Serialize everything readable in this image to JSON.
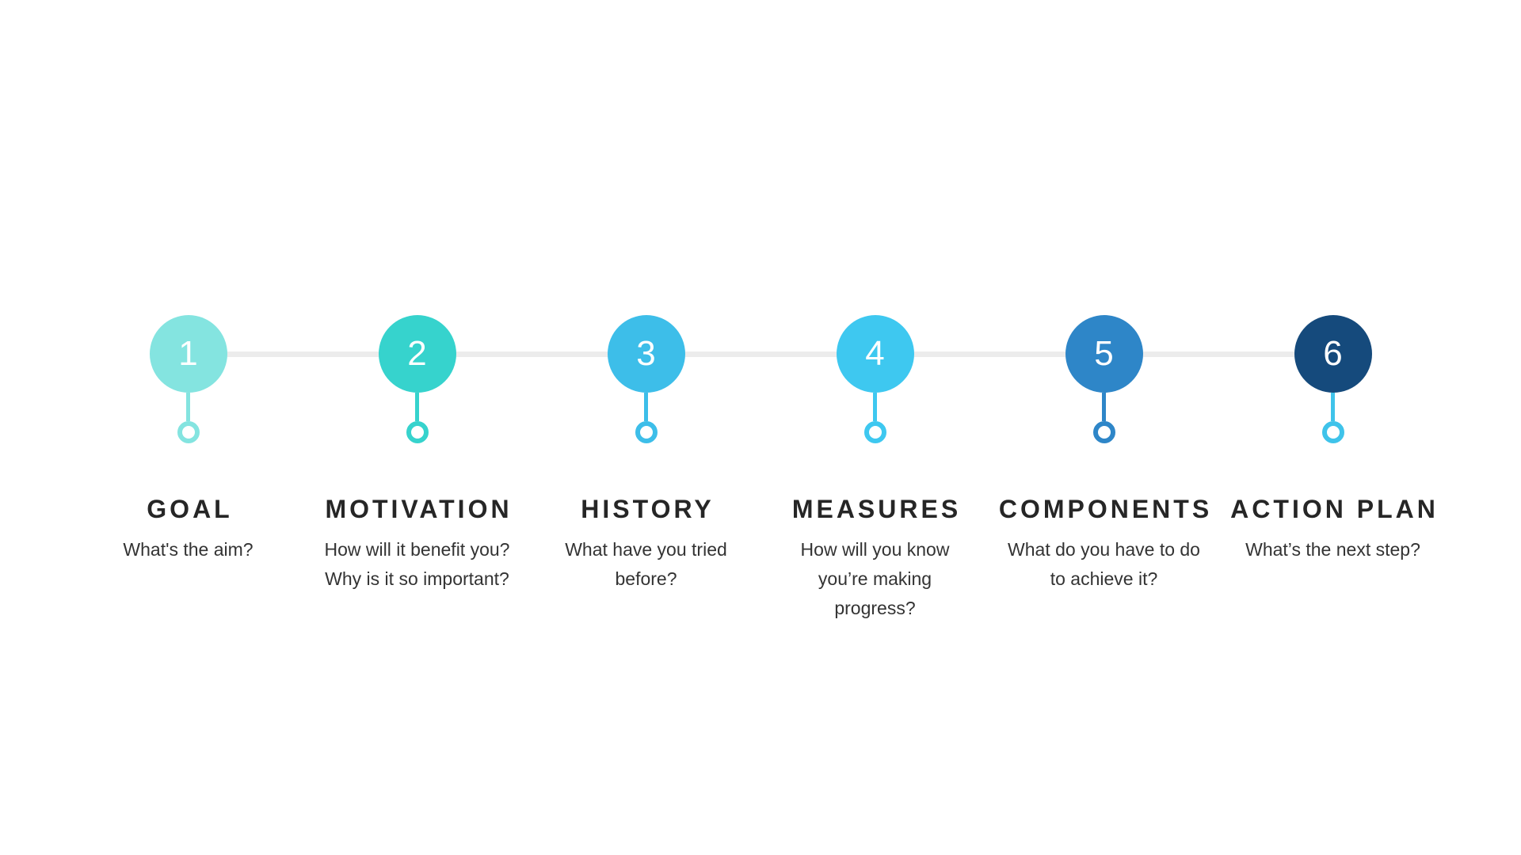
{
  "canvas": {
    "background": "#ffffff"
  },
  "timeline": {
    "connector_color": "#ececec",
    "number_color": "#ffffff",
    "title_color": "#262626",
    "description_color": "#333333",
    "steps": [
      {
        "number": "1",
        "title": "GOAL",
        "circle_color": "#84e4e0",
        "stem_color": "#84e4e0",
        "desc_lines": [
          "What's the aim?"
        ]
      },
      {
        "number": "2",
        "title": "MOTIVATION",
        "circle_color": "#36d3cd",
        "stem_color": "#36d3cd",
        "desc_lines": [
          "How will it benefit you?",
          "Why is it so important?"
        ]
      },
      {
        "number": "3",
        "title": "HISTORY",
        "circle_color": "#3dbee9",
        "stem_color": "#3dbee9",
        "desc_lines": [
          "What have you tried",
          "before?"
        ]
      },
      {
        "number": "4",
        "title": "MEASURES",
        "circle_color": "#3ec8f0",
        "stem_color": "#3ec8f0",
        "desc_lines": [
          "How will you know",
          "you’re making",
          "progress?"
        ]
      },
      {
        "number": "5",
        "title": "COMPONENTS",
        "circle_color": "#2e86c8",
        "stem_color": "#2e86c8",
        "desc_lines": [
          "What do you have to do",
          "to achieve it?"
        ]
      },
      {
        "number": "6",
        "title": "ACTION PLAN",
        "circle_color": "#154a7c",
        "stem_color": "#3fc3ea",
        "desc_lines": [
          "What’s the next step?"
        ]
      }
    ]
  }
}
